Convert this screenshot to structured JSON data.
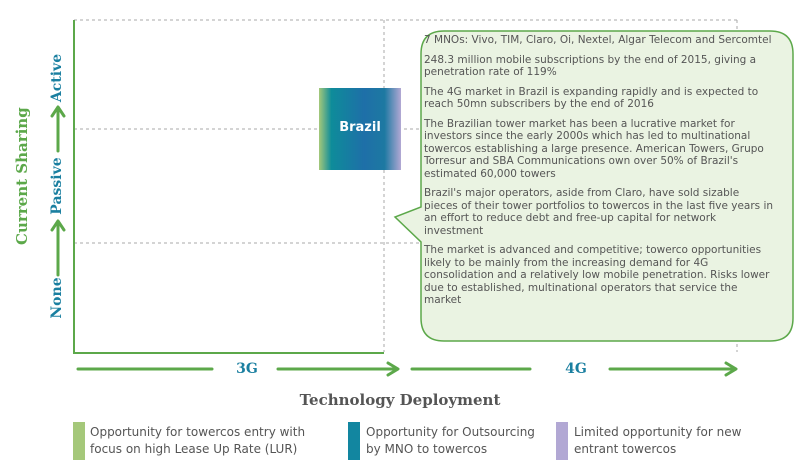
{
  "y_axis": {
    "title": "Current Sharing",
    "levels": [
      "None",
      "Passive",
      "Active"
    ]
  },
  "x_axis": {
    "title": "Technology Deployment",
    "levels": [
      "3G",
      "4G"
    ]
  },
  "market": {
    "label": "Brazil",
    "technology": "3G-4G boundary",
    "sharing": "Active"
  },
  "callout": {
    "paragraphs": [
      "7 MNOs:  Vivo, TIM, Claro, Oi, Nextel, Algar Telecom and Sercomtel",
      "248.3 million mobile subscriptions by the end of 2015, giving a penetration rate of 119%",
      "The 4G market in Brazil is expanding rapidly and is expected to reach 50mn subscribers by the end of 2016",
      "The Brazilian tower market has been a lucrative market for investors since the early 2000s which has led to multinational towercos establishing a large presence. American Towers, Grupo Torresur and SBA Communications own over 50% of Brazil's estimated 60,000 towers",
      "Brazil's major operators, aside from Claro, have sold sizable pieces of their tower portfolios to towercos in the last five years in an effort to reduce debt and free-up capital for network investment",
      "The market is advanced and competitive; towerco opportunities likely to be mainly from the increasing demand for 4G consolidation and a relatively low mobile penetration. Risks lower due to established, multinational operators that service the market"
    ]
  },
  "legend": [
    {
      "label": "Opportunity for towercos entry with focus on high Lease Up Rate (LUR)",
      "color": "#a5c87a"
    },
    {
      "label": "Opportunity for Outsourcing by MNO to towercos",
      "color": "#1286a0"
    },
    {
      "label": "Limited opportunity for new entrant towercos",
      "color": "#b2a8d4"
    }
  ],
  "colors": {
    "accent_green": "#5ca84a",
    "accent_blue": "#1a7fa0",
    "callout_fill": "#eaf3e2",
    "callout_border": "#5ca84a"
  }
}
